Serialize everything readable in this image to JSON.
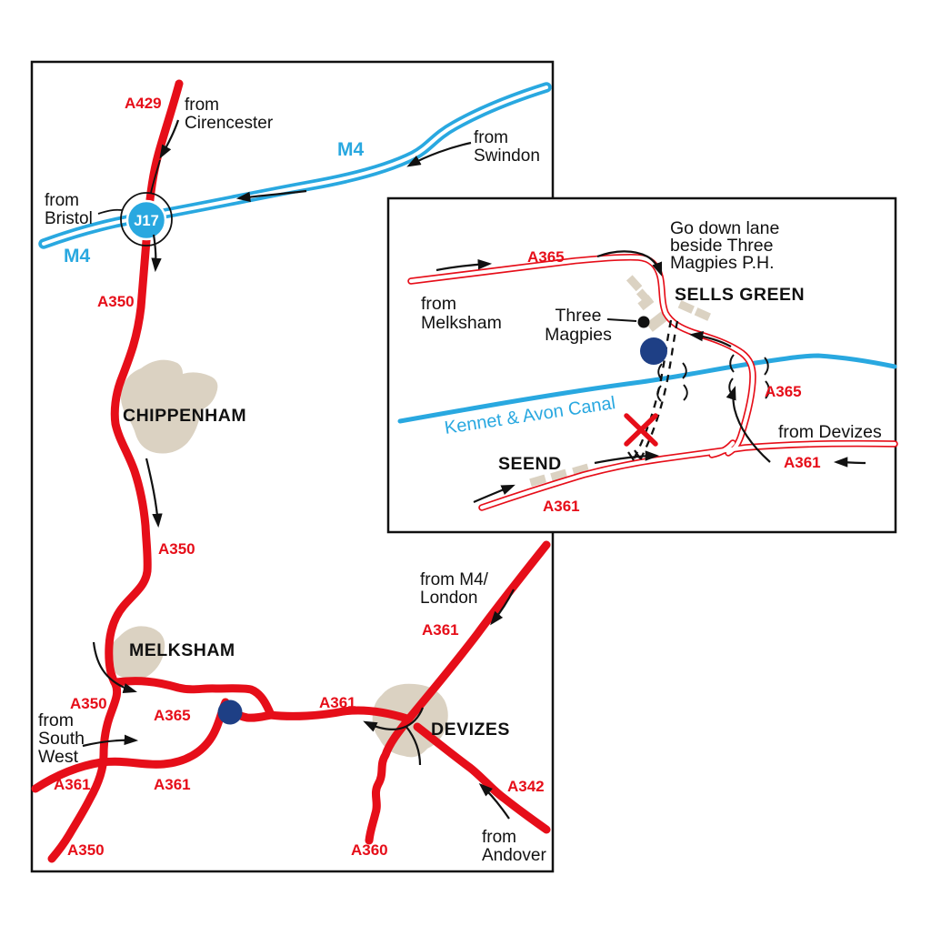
{
  "colors": {
    "road_red": "#e60e19",
    "motorway_blue": "#29a8e0",
    "canal_blue": "#29a8e0",
    "town_beige": "#dbd2c2",
    "venue_navy": "#1e3f85",
    "line_black": "#111111"
  },
  "main_map": {
    "a429": "A429",
    "from_cirencester": [
      "from",
      "Cirencester"
    ],
    "m4_label_west": "M4",
    "m4_label_east": "M4",
    "from_bristol": [
      "from",
      "Bristol"
    ],
    "junction_j17": "J17",
    "from_swindon": [
      "from",
      "Swindon"
    ],
    "a350_upper": "A350",
    "chippenham": "CHIPPENHAM",
    "a350_mid": "A350",
    "melksham": "MELKSHAM",
    "a350_west": "A350",
    "from_south_west": [
      "from",
      "South",
      "West"
    ],
    "a365": "A365",
    "a361_southwest": "A361",
    "a361_south": "A361",
    "a361_west": "A361",
    "a361_northeast": "A361",
    "from_m4_london": [
      "from M4/",
      "London"
    ],
    "devizes": "DEVIZES",
    "a342": "A342",
    "from_andover": [
      "from",
      "Andover"
    ],
    "a360": "A360",
    "a350_bottom": "A350"
  },
  "inset_map": {
    "a365_west": "A365",
    "from_melksham": [
      "from",
      "Melksham"
    ],
    "go_down_lane": [
      "Go down lane",
      "beside Three",
      "Magpies P.H."
    ],
    "sells_green": "SELLS GREEN",
    "three_magpies": [
      "Three",
      "Magpies"
    ],
    "canal": "Kennet & Avon Canal",
    "seend": "SEEND",
    "a361_seend": "A361",
    "a365_east": "A365",
    "from_devizes": "from Devizes",
    "a361_devizes": "A361"
  }
}
